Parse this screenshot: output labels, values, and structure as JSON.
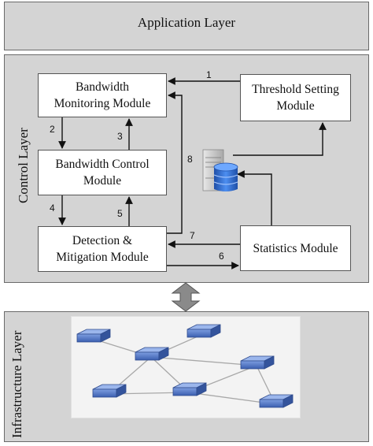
{
  "application_layer": {
    "label": "Application Layer"
  },
  "control_layer": {
    "label": "Control Layer",
    "modules": {
      "bandwidth_monitoring": "Bandwidth\nMonitoring Module",
      "bandwidth_control": "Bandwidth Control\nModule",
      "detection_mitigation": "Detection &\nMitigation Module",
      "threshold_setting": "Threshold Setting\nModule",
      "statistics": "Statistics Module"
    },
    "arrow_numbers": [
      "1",
      "2",
      "3",
      "4",
      "5",
      "6",
      "7",
      "8"
    ]
  },
  "infrastructure_layer": {
    "label": "Infrastructure Layer"
  },
  "icons": [
    "database-server-icon",
    "bidirectional-arrow-icon",
    "network-switch-icon"
  ],
  "colors": {
    "layer_fill": "#d4d4d4",
    "layer_border": "#6a6a6a",
    "switch_blue": "#4a6fc0",
    "db_blue": "#2a64c8"
  }
}
